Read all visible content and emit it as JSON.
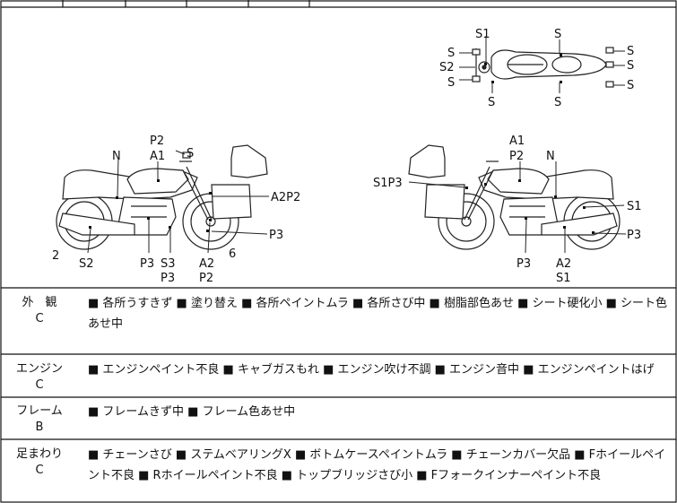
{
  "diagram": {
    "top_view_labels": [
      "S1",
      "S",
      "S",
      "S2",
      "S",
      "S",
      "S",
      "S",
      "S",
      "S"
    ],
    "left_view_labels": [
      "P2",
      "A1",
      "S",
      "N",
      "A2P2",
      "P3",
      "2",
      "S2",
      "P3",
      "S3",
      "P3",
      "A2",
      "P2",
      "6"
    ],
    "right_view_labels": [
      "A1",
      "P2",
      "N",
      "S1P3",
      "S1",
      "P3",
      "P3",
      "A2",
      "S1"
    ]
  },
  "rows": [
    {
      "label": "外　観",
      "grade": "C",
      "text": "■ 各所うすきず ■ 塗り替え ■ 各所ペイントムラ ■ 各所さび中 ■ 樹脂部色あせ ■ シート硬化小 ■ シート色あせ中"
    },
    {
      "label": "エンジン",
      "grade": "C",
      "text": "■ エンジンペイント不良 ■ キャブガスもれ ■ エンジン吹け不調 ■ エンジン音中 ■ エンジンペイントはげ"
    },
    {
      "label": "フレーム",
      "grade": "B",
      "text": "■ フレームきず中 ■ フレーム色あせ中"
    },
    {
      "label": "足まわり",
      "grade": "C",
      "text": "■ チェーンさび ■ ステムベアリングX ■ ボトムケースペイントムラ ■ チェーンカバー欠品 ■ Fホイールペイント不良 ■ Rホイールペイント不良 ■ トップブリッジさび小 ■ Fフォークインナーペイント不良"
    }
  ]
}
